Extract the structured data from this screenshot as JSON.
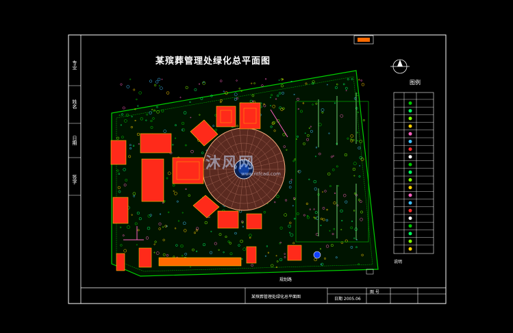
{
  "drawing": {
    "title": "某殡葬管理处绿化总平面图",
    "legend_title": "图例",
    "side_labels": [
      "专业",
      "姓名",
      "日期",
      "签字"
    ],
    "title_block": {
      "name": "某殡葬管理处绿化总平面图",
      "date": "日期  2005.06",
      "sheet": "图  号"
    },
    "note": "说明",
    "road_label": "规划路"
  },
  "watermark": {
    "brand": "沐风网",
    "url": "www.mfcad.com"
  },
  "colors": {
    "background": "#000000",
    "building": "#ff2a1a",
    "building_alt": "#ff6a00",
    "green": "#00c800",
    "frame": "#ffffff",
    "plaza": "#b07060"
  }
}
